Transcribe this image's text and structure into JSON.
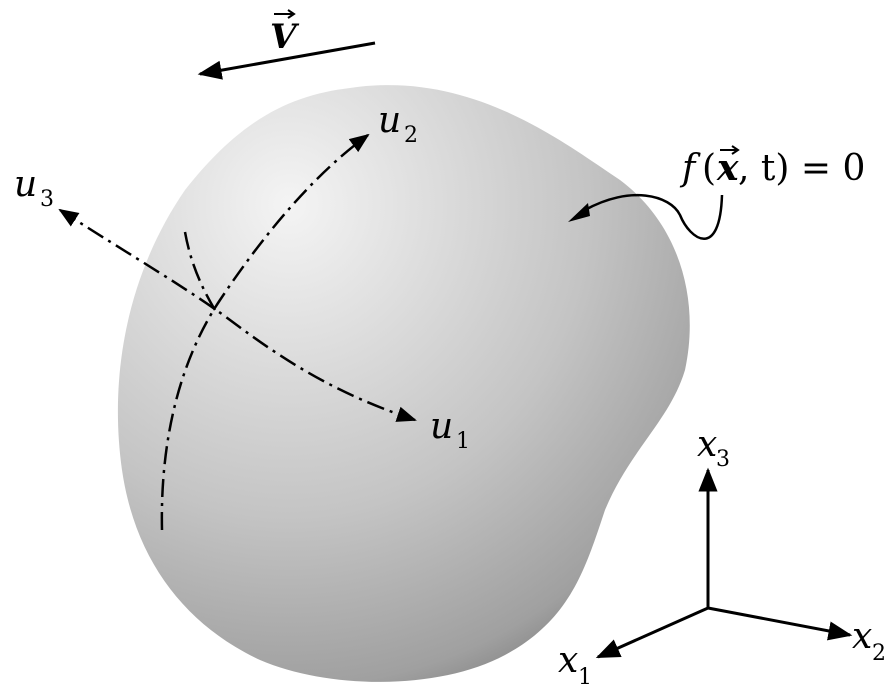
{
  "labels": {
    "velocity": "V",
    "surface_eq_func": "f",
    "surface_eq_open": "(",
    "surface_eq_x": "x",
    "surface_eq_rest": ", t) = 0",
    "u1_base": "u",
    "u1_sub": "1",
    "u2_base": "u",
    "u2_sub": "2",
    "u3_base": "u",
    "u3_sub": "3",
    "x1_base": "x",
    "x1_sub": "1",
    "x2_base": "x",
    "x2_sub": "2",
    "x3_base": "x",
    "x3_sub": "3"
  },
  "colors": {
    "line": "#000000",
    "body_light": "#f2f2f2",
    "body_mid": "#bdbdbd",
    "body_dark": "#7a7a7a"
  }
}
